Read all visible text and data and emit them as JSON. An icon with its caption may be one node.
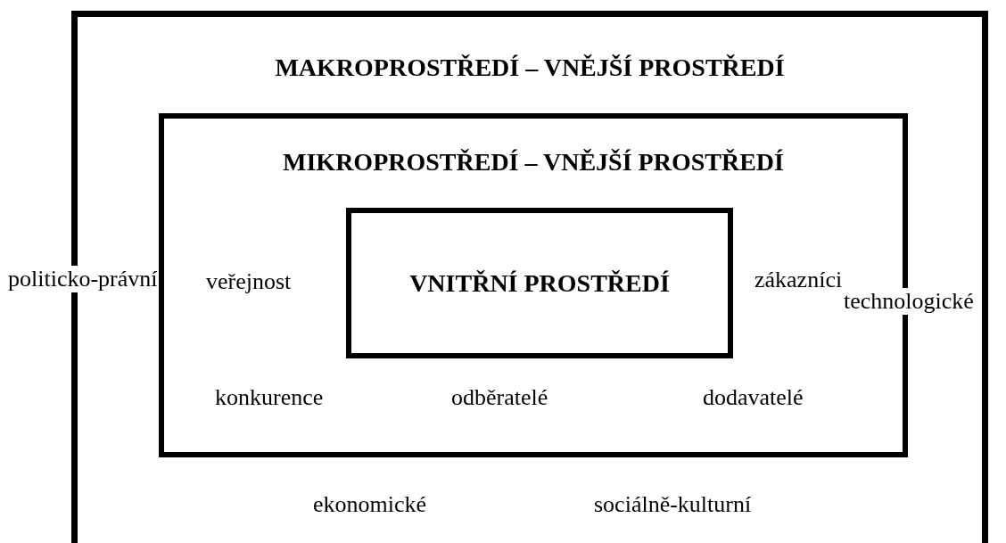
{
  "diagram": {
    "nodes": [
      {
        "text": [
          "MAKROPROSTŘEDÍ – VNĚJŠÍ PROSTŘEDÍ"
        ]
      },
      {
        "text": [
          "MIKROPROSTŘEDÍ – VNĚJŠÍ PROSTŘEDÍ"
        ],
        "in": 0
      },
      {
        "text": [
          "VNITŘNÍ PROSTŘEDÍ"
        ],
        "in": 1
      }
    ],
    "labels": [
      "politicko-právní",
      "veřejnost",
      "zákazníci",
      "technologické",
      "konkurence",
      "odběratelé",
      "dodavatelé",
      "ekonomické",
      "sociálně-kulturní"
    ]
  }
}
